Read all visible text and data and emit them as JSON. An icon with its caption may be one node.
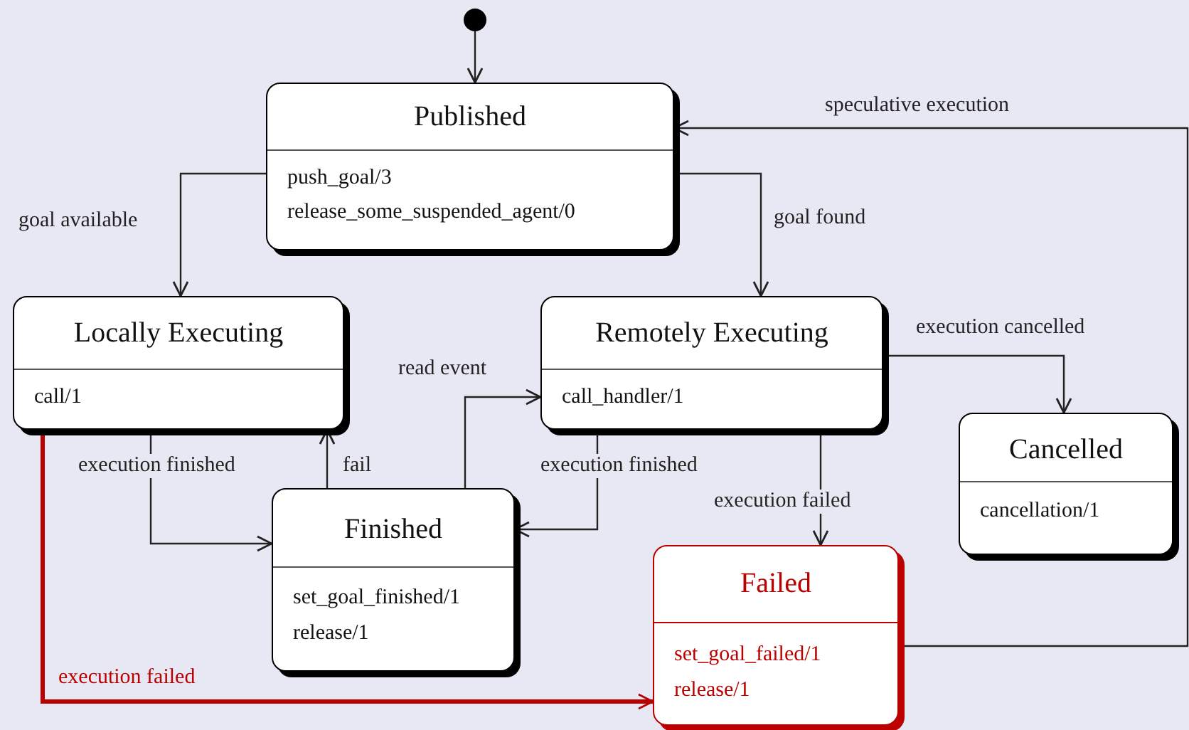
{
  "diagram": {
    "nodes": [
      {
        "text": [],
        "shape": "circle"
      },
      {
        "text": [
          "Published",
          "push_goal/3",
          "release_some_suspended_agent/0"
        ]
      },
      {
        "text": [
          "Locally Executing",
          "call/1"
        ]
      },
      {
        "text": [
          "Remotely Executing",
          "call_handler/1"
        ]
      },
      {
        "text": [
          "Cancelled",
          "cancellation/1"
        ]
      },
      {
        "text": [
          "Finished",
          "set_goal_finished/1",
          "release/1"
        ]
      },
      {
        "text": [
          "Failed",
          "set_goal_failed/1",
          "release/1"
        ]
      }
    ],
    "edges": [
      {
        "from": 0,
        "to": 1,
        "arrow": "to"
      },
      {
        "from": 1,
        "to": 2,
        "arrow": "to",
        "label": "goal available"
      },
      {
        "from": 1,
        "to": 3,
        "arrow": "to",
        "label": "goal found"
      },
      {
        "from": 6,
        "to": 1,
        "arrow": "to",
        "label": "speculative execution"
      },
      {
        "from": 3,
        "to": 4,
        "arrow": "to",
        "label": "execution cancelled"
      },
      {
        "from": 2,
        "to": 5,
        "arrow": "to",
        "label": "execution finished"
      },
      {
        "from": 5,
        "to": 2,
        "arrow": "to",
        "label": "fail"
      },
      {
        "from": 5,
        "to": 3,
        "arrow": "to",
        "label": "read event"
      },
      {
        "from": 3,
        "to": 5,
        "arrow": "to",
        "label": "execution finished"
      },
      {
        "from": 3,
        "to": 6,
        "arrow": "to",
        "label": "execution failed"
      },
      {
        "from": 2,
        "to": 6,
        "arrow": "to",
        "label": "execution failed",
        "style": "thick",
        "color": "#bb0000"
      }
    ]
  }
}
